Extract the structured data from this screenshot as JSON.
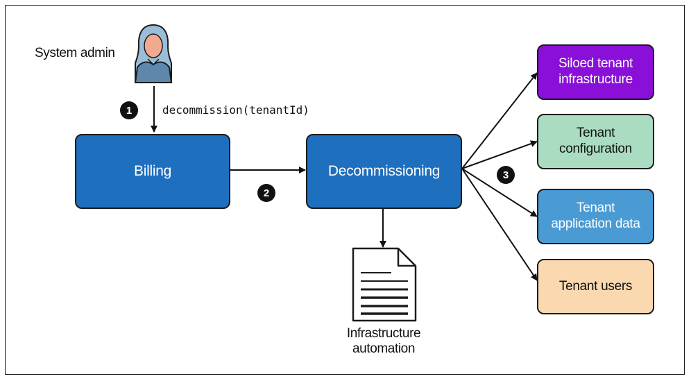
{
  "admin": {
    "label": "System admin"
  },
  "call": {
    "text": "decommission(tenantId)"
  },
  "steps": {
    "one": "1",
    "two": "2",
    "three": "3"
  },
  "boxes": {
    "billing": "Billing",
    "decommissioning": "Decommissioning",
    "siloed": "Siloed tenant\ninfrastructure",
    "configuration": "Tenant\nconfiguration",
    "appdata": "Tenant\napplication data",
    "users": "Tenant users"
  },
  "automation": {
    "label": "Infrastructure\nautomation"
  },
  "colors": {
    "blue": "#1f6fbf",
    "purple": "#8a0fd8",
    "green": "#a9dcc1",
    "lightblue": "#4a9bd4",
    "peach": "#fbd9b0",
    "ink": "#111111"
  }
}
